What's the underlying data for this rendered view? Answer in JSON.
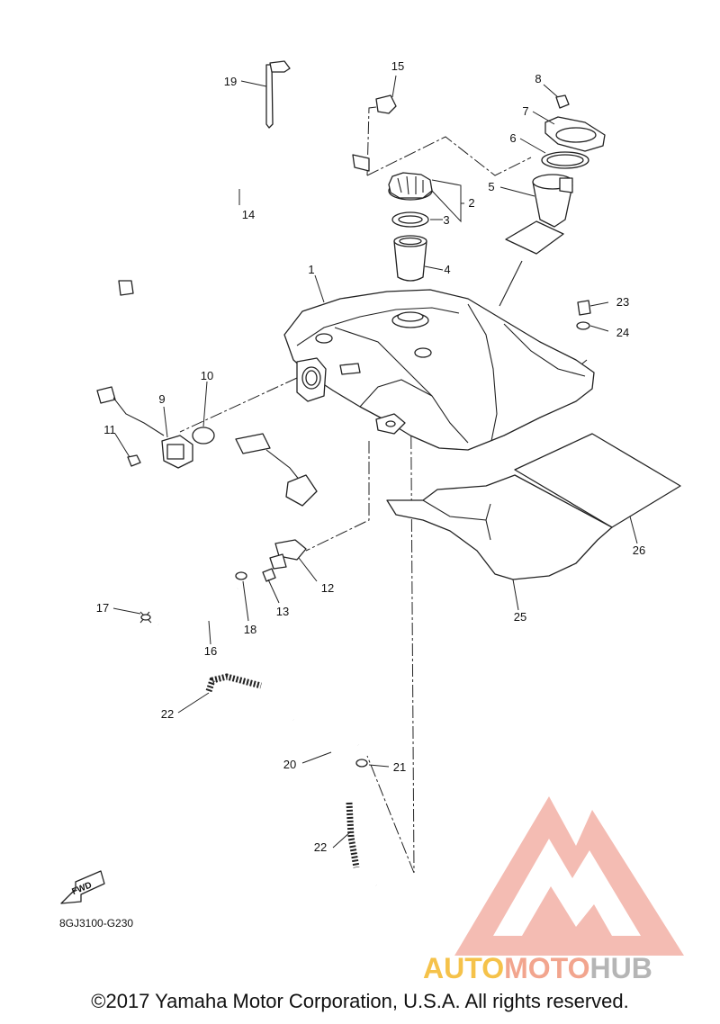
{
  "diagram": {
    "part_labels": [
      "1",
      "2",
      "3",
      "4",
      "5",
      "6",
      "7",
      "8",
      "9",
      "10",
      "11",
      "12",
      "13",
      "14",
      "15",
      "16",
      "17",
      "18",
      "19",
      "20",
      "21",
      "22",
      "22",
      "23",
      "24",
      "25",
      "26"
    ],
    "fwd_label": "FWD",
    "drawing_code": "8GJ3100-G230"
  },
  "watermark": {
    "brand_part1": "AUTO",
    "brand_part2": "MOTO",
    "brand_part3": "HUB",
    "colors": {
      "part1": "#f5c24a",
      "part2": "#f2a58e",
      "part3": "#b8b8b8",
      "logo": "#f0a49a"
    }
  },
  "footer": {
    "copyright": "©2017 Yamaha Motor Corporation, U.S.A. All rights reserved."
  }
}
